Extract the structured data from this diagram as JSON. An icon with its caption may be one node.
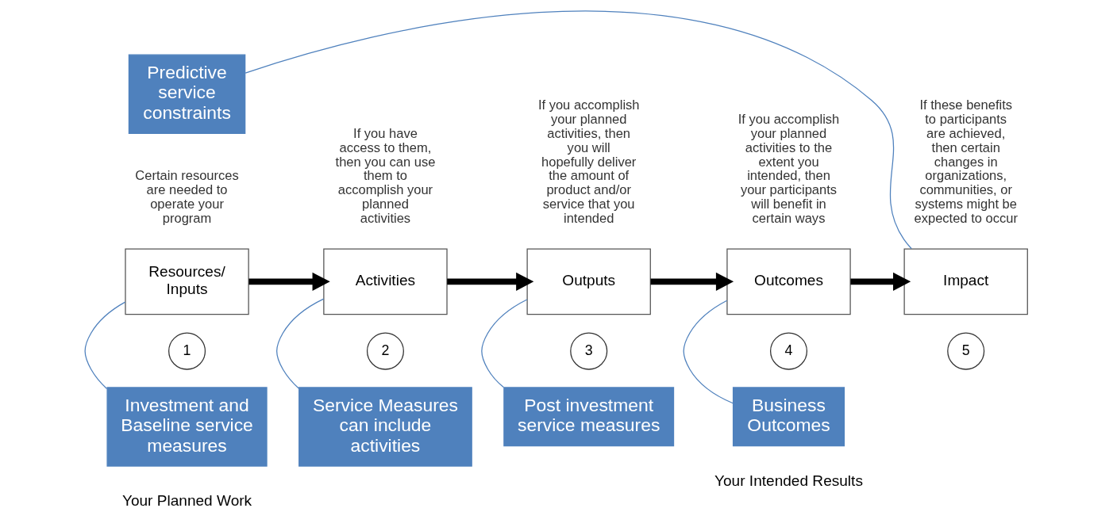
{
  "diagram": {
    "nodes": [
      {
        "text": [
          "Resources/ Inputs"
        ],
        "beside": [
          "Certain resources are needed to operate your program"
        ]
      },
      {
        "text": [
          "Activities"
        ],
        "beside": [
          "If you have access to them, then you can use them to accomplish your planned activities"
        ]
      },
      {
        "text": [
          "Outputs"
        ],
        "beside": [
          "If you accomplish your planned activities, then you will hopefully deliver the amount of product and/or service that you intended"
        ]
      },
      {
        "text": [
          "Outcomes"
        ],
        "beside": [
          "If you accomplish your planned activities to the extent you intended, then your participants will benefit in certain ways"
        ]
      },
      {
        "text": [
          "Impact"
        ],
        "beside": [
          "If these benefits to participants are achieved, then certain changes in organizations, communities, or systems might be expected to occur"
        ]
      },
      {
        "text": [
          "1"
        ]
      },
      {
        "text": [
          "2"
        ]
      },
      {
        "text": [
          "3"
        ]
      },
      {
        "text": [
          "4"
        ]
      },
      {
        "text": [
          "5"
        ]
      },
      {
        "text": [
          "Investment and Baseline service measures"
        ]
      },
      {
        "text": [
          "Service Measures can include activities"
        ]
      },
      {
        "text": [
          "Post investment service measures"
        ]
      },
      {
        "text": [
          "Business Outcomes"
        ]
      },
      {
        "text": [
          "Predictive service constraints"
        ]
      }
    ],
    "edges": [
      {
        "from": 0,
        "to": 1,
        "arrow": "to",
        "style": "thick",
        "color": "#000000"
      },
      {
        "from": 1,
        "to": 2,
        "arrow": "to",
        "style": "thick",
        "color": "#000000"
      },
      {
        "from": 2,
        "to": 3,
        "arrow": "to",
        "style": "thick",
        "color": "#000000"
      },
      {
        "from": 3,
        "to": 4,
        "arrow": "to",
        "style": "thick",
        "color": "#000000"
      },
      {
        "from": 10,
        "to": 0,
        "arrow": "none",
        "color": "#4f81bd"
      },
      {
        "from": 11,
        "to": 1,
        "arrow": "none",
        "color": "#4f81bd"
      },
      {
        "from": 12,
        "to": 2,
        "arrow": "none",
        "color": "#4f81bd"
      },
      {
        "from": 13,
        "to": 3,
        "arrow": "none",
        "color": "#4f81bd"
      },
      {
        "from": 14,
        "to": 4,
        "arrow": "none",
        "color": "#4f81bd"
      }
    ],
    "labels": [
      "Your Planned Work",
      "Your Intended Results"
    ]
  }
}
